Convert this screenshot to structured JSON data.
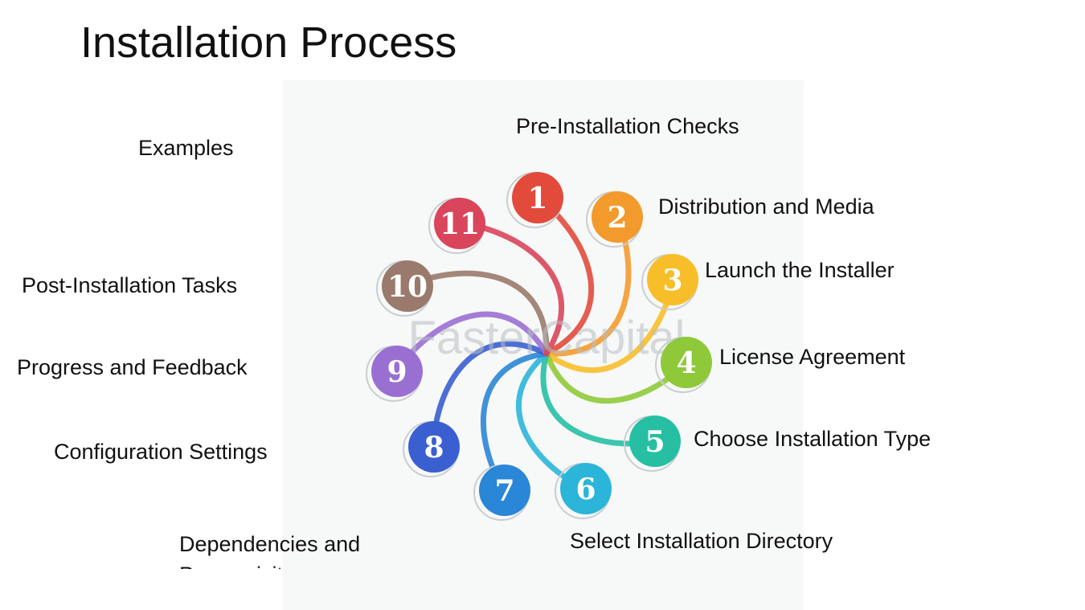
{
  "title": "Installation Process",
  "subtitle": "Examples",
  "watermark": "FasterCapital",
  "steps": [
    {
      "number": "1",
      "label": "Pre-Installation Checks",
      "color": "#e24b3c"
    },
    {
      "number": "2",
      "label": "Distribution and Media",
      "color": "#f39a2c"
    },
    {
      "number": "3",
      "label": "Launch the Installer",
      "color": "#f8be2a"
    },
    {
      "number": "4",
      "label": "License Agreement",
      "color": "#8fc93a"
    },
    {
      "number": "5",
      "label": "Choose Installation Type",
      "color": "#27bfa4"
    },
    {
      "number": "6",
      "label": "Select Installation Directory",
      "color": "#2bb5d9"
    },
    {
      "number": "7",
      "label": "Dependencies and Prerequisites",
      "color": "#2a86d6"
    },
    {
      "number": "8",
      "label": "Configuration Settings",
      "color": "#3a5fd0"
    },
    {
      "number": "9",
      "label": "Progress and Feedback",
      "color": "#9a6fd2"
    },
    {
      "number": "10",
      "label": "Post-Installation Tasks",
      "color": "#9a7a6c"
    },
    {
      "number": "11",
      "label": "",
      "color": "#d9455a"
    }
  ]
}
